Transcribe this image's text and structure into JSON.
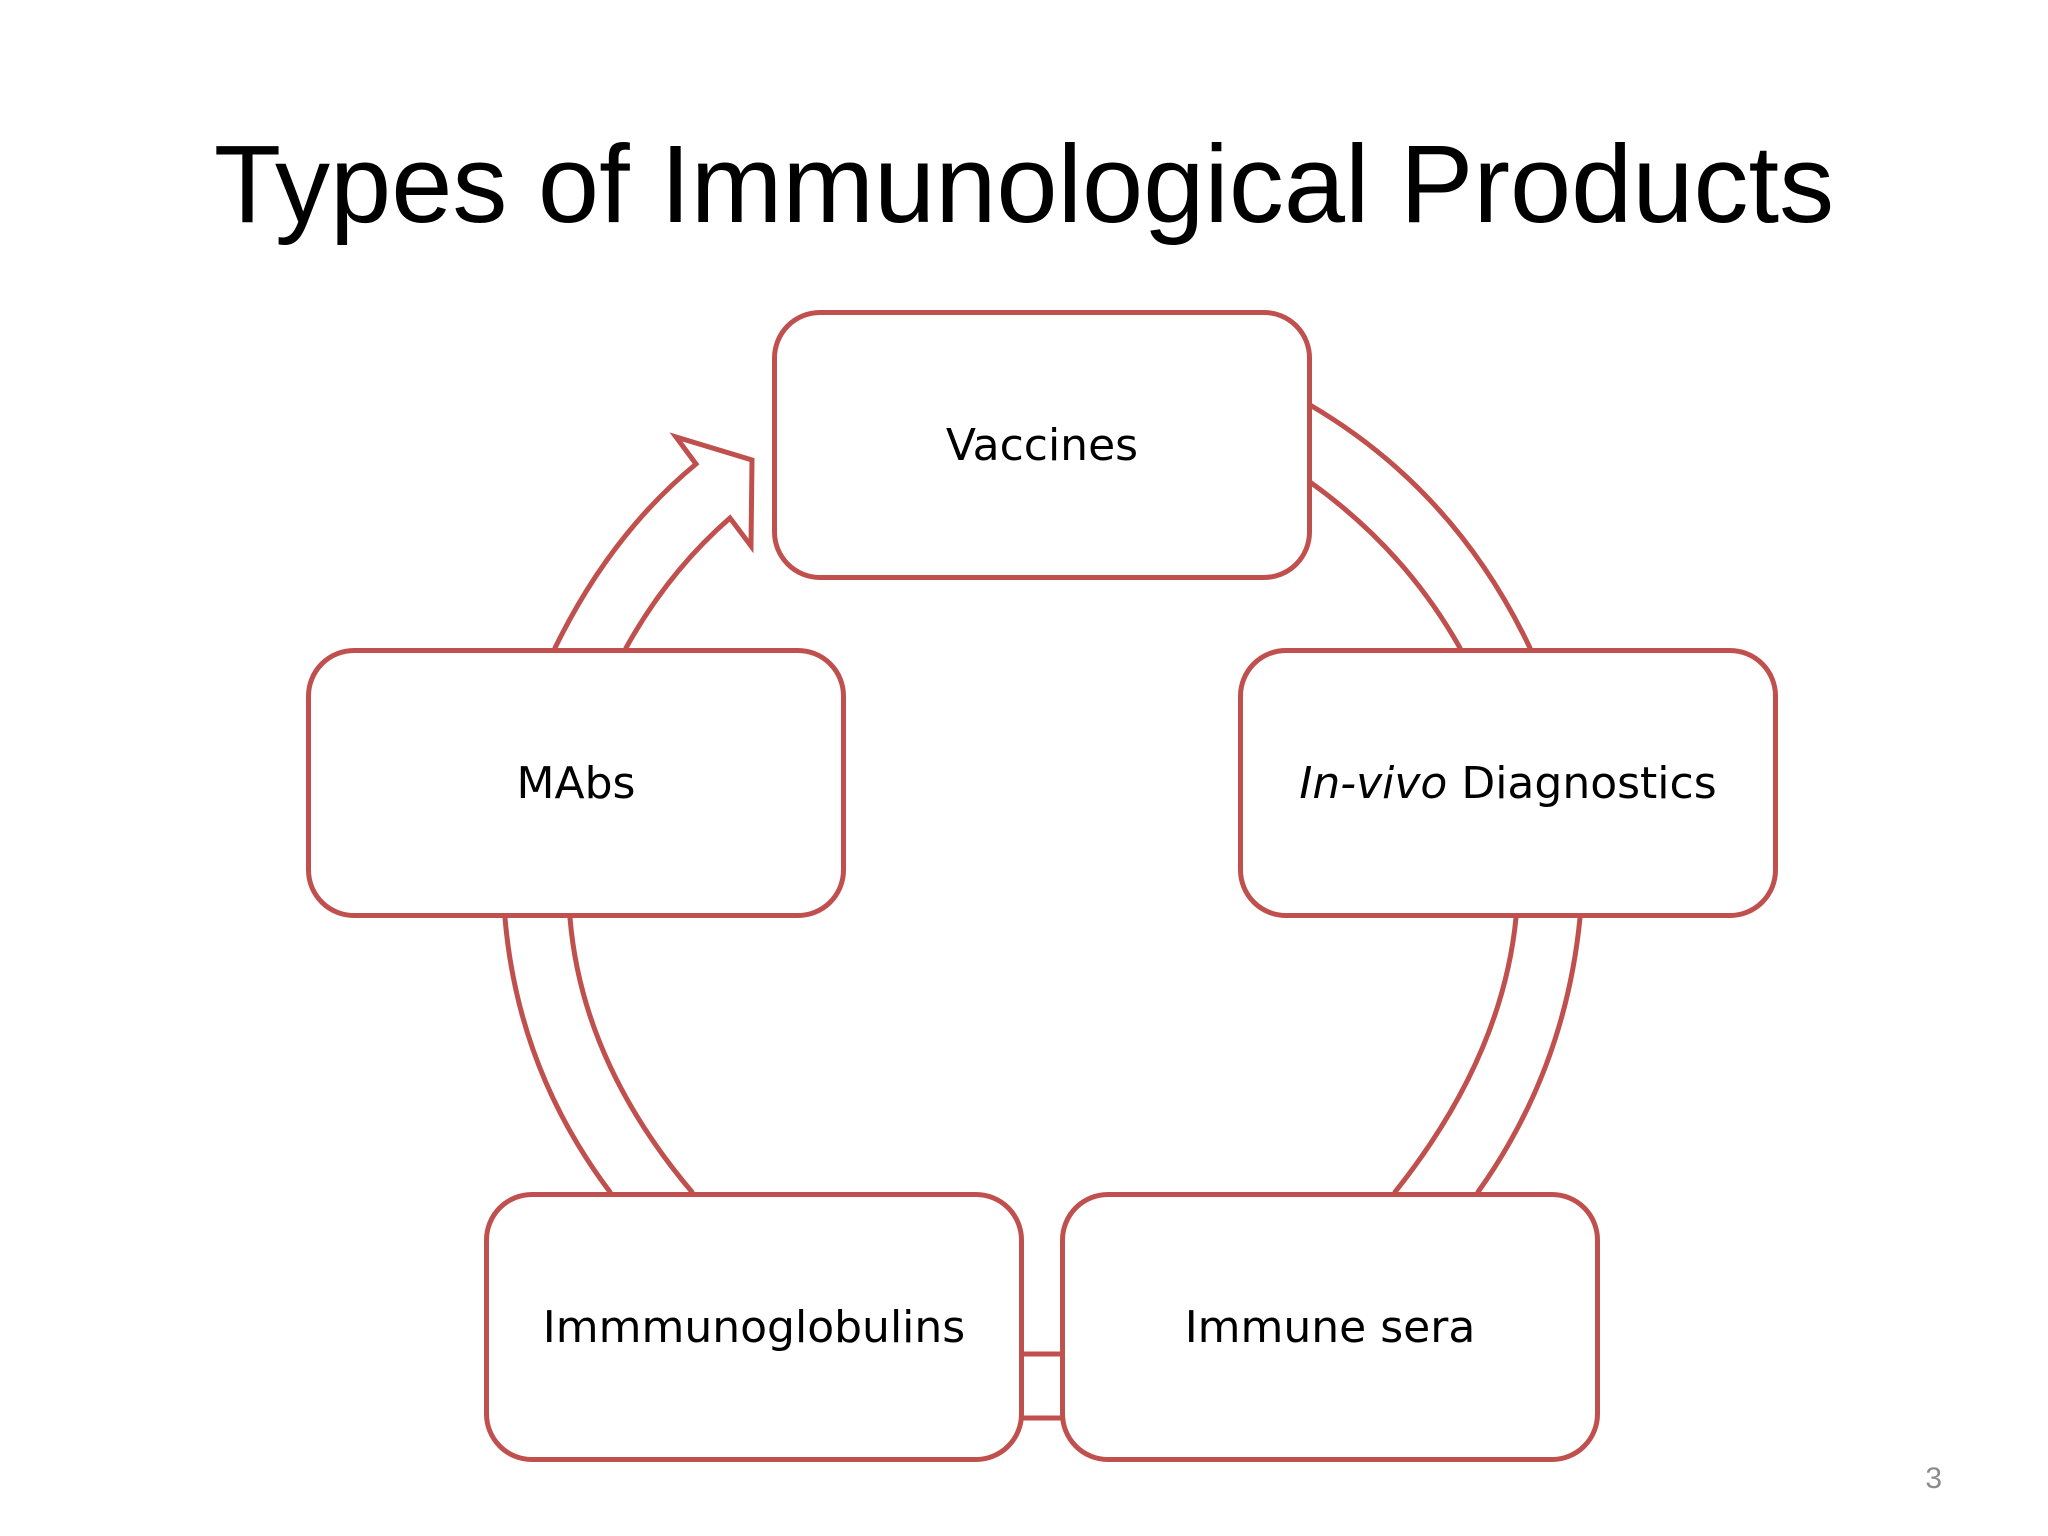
{
  "title": "Types of Immunological Products",
  "nodes": {
    "vaccines": "Vaccines",
    "invivo_italic": "In-vivo",
    "invivo_rest": " Diagnostics",
    "immune_sera": "Immune sera",
    "immunoglobulins": "Immmunoglobulins",
    "mabs": "MAbs"
  },
  "page_number": "3",
  "colors": {
    "accent": "#c0504d",
    "text": "#000000",
    "page_number": "#8c8c8c"
  }
}
